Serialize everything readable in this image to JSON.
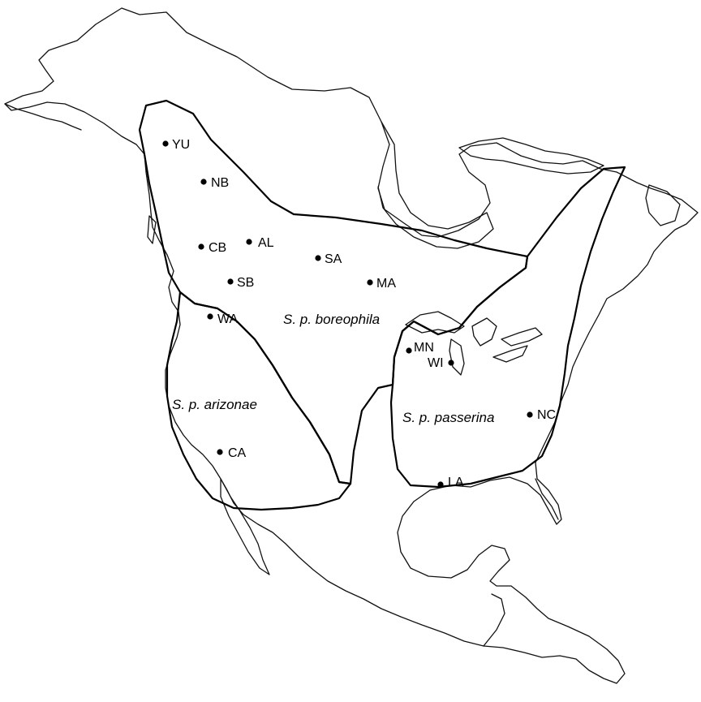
{
  "map": {
    "ink_color": "#000000",
    "background_color": "#ffffff",
    "subspecies": [
      {
        "id": "boreophila",
        "label": "S. p. boreophila"
      },
      {
        "id": "arizonae",
        "label": "S. p. arizonae"
      },
      {
        "id": "passerina",
        "label": "S. p. passerina"
      }
    ],
    "sites": [
      {
        "code": "YU"
      },
      {
        "code": "NB"
      },
      {
        "code": "CB"
      },
      {
        "code": "AL"
      },
      {
        "code": "SA"
      },
      {
        "code": "SB"
      },
      {
        "code": "MA"
      },
      {
        "code": "WA"
      },
      {
        "code": "MN"
      },
      {
        "code": "WI"
      },
      {
        "code": "NC"
      },
      {
        "code": "CA"
      },
      {
        "code": "LA"
      }
    ]
  }
}
